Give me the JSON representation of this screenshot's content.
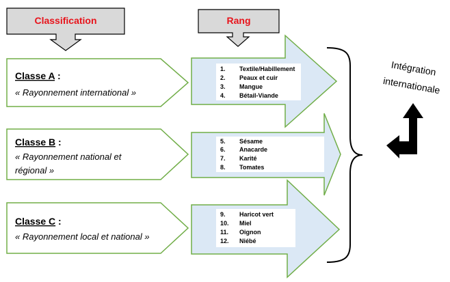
{
  "headers": {
    "classification": {
      "label": "Classification",
      "color": "#e8131b"
    },
    "rang": {
      "label": "Rang",
      "color": "#e8131b"
    }
  },
  "classes": [
    {
      "title": "Classe A",
      "suffix": " :",
      "description": [
        "« Rayonnement international »"
      ],
      "items": [
        {
          "num": "1.",
          "label": "Textile/Habillement"
        },
        {
          "num": "2.",
          "label": "Peaux et cuir"
        },
        {
          "num": "3.",
          "label": "Mangue"
        },
        {
          "num": "4.",
          "label": "Bétail-Viande"
        }
      ]
    },
    {
      "title": "Classe B",
      "suffix": " :",
      "description": [
        "« Rayonnement national et",
        "régional »"
      ],
      "items": [
        {
          "num": "5.",
          "label": "Sésame"
        },
        {
          "num": "6.",
          "label": "Anacarde"
        },
        {
          "num": "7.",
          "label": "Karité"
        },
        {
          "num": "8.",
          "label": "Tomates"
        }
      ]
    },
    {
      "title": "Classe C",
      "suffix": " :",
      "description": [
        "« Rayonnement local et national »"
      ],
      "items": [
        {
          "num": "9.",
          "label": "Haricot vert"
        },
        {
          "num": "10.",
          "label": "Miel"
        },
        {
          "num": "11.",
          "label": "Oignon"
        },
        {
          "num": "12.",
          "label": "Niébé"
        }
      ]
    }
  ],
  "result": {
    "lines": [
      "Intégration",
      "internationale"
    ]
  },
  "colors": {
    "green_border": "#70ad47",
    "arrow_fill": "#dbe8f5",
    "header_fill": "#d9d9d9",
    "black": "#000000"
  }
}
